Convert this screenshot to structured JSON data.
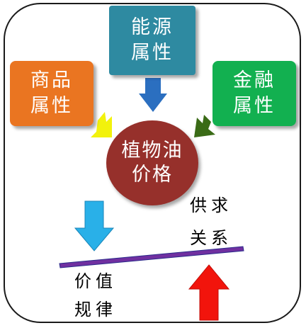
{
  "nodes": {
    "commodity": {
      "line1": "商品",
      "line2": "属性"
    },
    "energy": {
      "line1": "能源",
      "line2": "属性"
    },
    "finance": {
      "line1": "金融",
      "line2": "属性"
    },
    "center": {
      "line1": "植物油",
      "line2": "价格"
    }
  },
  "labels": {
    "supply_demand": {
      "line1": "供求",
      "line2": "关系"
    },
    "value_law": {
      "line1": "价值",
      "line2": "规律"
    }
  },
  "colors": {
    "commodity": "#ea7521",
    "energy": "#2e8aa1",
    "finance": "#12b050",
    "center": "#96302b",
    "arrow_yellow": "#f2f20c",
    "arrow_blue": "#2b6fc0",
    "arrow_green": "#3a6b16",
    "arrow_cyan": "#29b0e8",
    "arrow_red": "#f2140c",
    "lever": "#7030a0"
  }
}
